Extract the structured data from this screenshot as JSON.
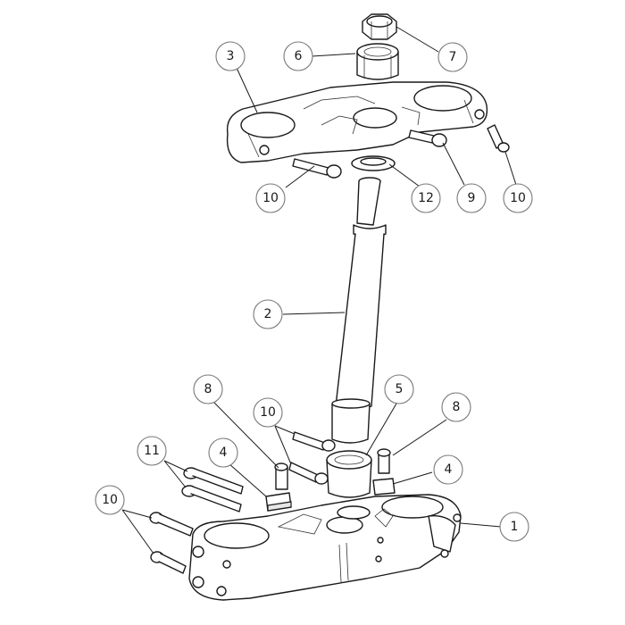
{
  "callouts": [
    {
      "id": "c1",
      "label": "1"
    },
    {
      "id": "c2",
      "label": "2"
    },
    {
      "id": "c3",
      "label": "3"
    },
    {
      "id": "c4a",
      "label": "4"
    },
    {
      "id": "c4b",
      "label": "4"
    },
    {
      "id": "c5",
      "label": "5"
    },
    {
      "id": "c6",
      "label": "6"
    },
    {
      "id": "c7",
      "label": "7"
    },
    {
      "id": "c8a",
      "label": "8"
    },
    {
      "id": "c8b",
      "label": "8"
    },
    {
      "id": "c9",
      "label": "9"
    },
    {
      "id": "c10a",
      "label": "10"
    },
    {
      "id": "c10b",
      "label": "10"
    },
    {
      "id": "c10c",
      "label": "10"
    },
    {
      "id": "c10d",
      "label": "10"
    },
    {
      "id": "c11",
      "label": "11"
    },
    {
      "id": "c12",
      "label": "12"
    }
  ]
}
